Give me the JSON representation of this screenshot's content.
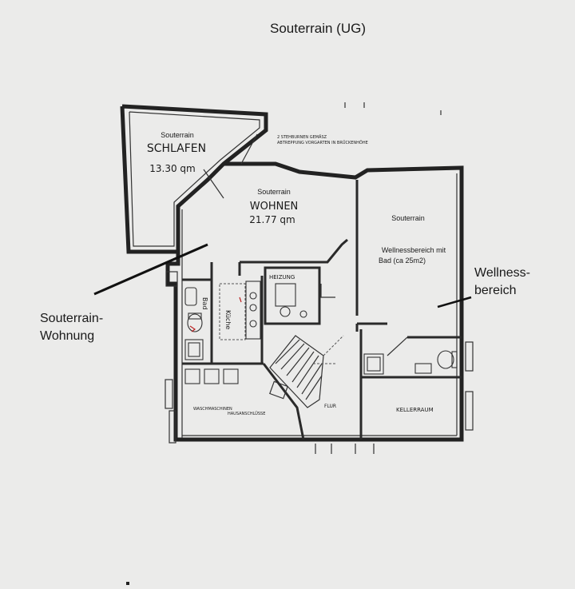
{
  "title": "Souterrain (UG)",
  "rooms": {
    "schlafen": {
      "level": "Souterrain",
      "name": "SCHLAFEN",
      "area": "13.30 qm"
    },
    "wohnen": {
      "level": "Souterrain",
      "name": "WOHNEN",
      "area": "21.77 qm"
    },
    "wellness": {
      "level": "Souterrain",
      "line1": "Wellnessbereich mit",
      "line2": "Bad (ca 25m2)"
    },
    "heizung": "HEIZUNG",
    "bad": "Bad",
    "kueche": "Küche",
    "flur": "FLUR",
    "kellerraum": "KELLERRAUM",
    "wasch1": "WASCHMASCHINEN",
    "wasch2": "HAUSANSCHLÜSSE"
  },
  "note": {
    "line1": "2 STEHBURNEN GEMÄSZ",
    "line2": "ABTREPPUNG VORGARTEN IN BRÜCKENHÖHE"
  },
  "annotations": {
    "souterrain_wohnung": {
      "line1": "Souterrain-",
      "line2": "Wohnung"
    },
    "wellness": {
      "line1": "Wellness-",
      "line2": "bereich"
    }
  }
}
